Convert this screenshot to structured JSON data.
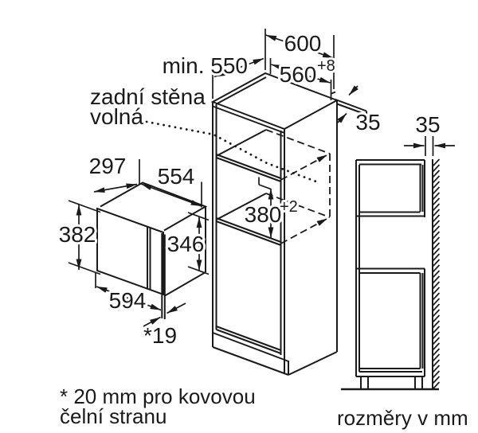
{
  "diagram": {
    "notes": {
      "rear_wall_line1": "zadní stěna",
      "rear_wall_line2": "volná"
    },
    "dimensions": {
      "min_depth": "min. 550",
      "cabinet_width": "600",
      "niche_width": "560",
      "niche_width_tolerance": "+8",
      "top_edge_thickness": "35",
      "niche_height": "380",
      "niche_height_tolerance": "+2",
      "rear_wall_gap": "35",
      "appliance_depth": "297",
      "appliance_body_width": "554",
      "appliance_front_height": "382",
      "appliance_body_height": "346",
      "appliance_front_width": "594",
      "front_panel_thickness": "*19"
    },
    "footnote_line1": "* 20 mm pro kovovou",
    "footnote_line2": "čelní stranu",
    "units_note": "rozměry v mm",
    "colors": {
      "line": "#1a1a1a",
      "background": "#ffffff"
    }
  }
}
